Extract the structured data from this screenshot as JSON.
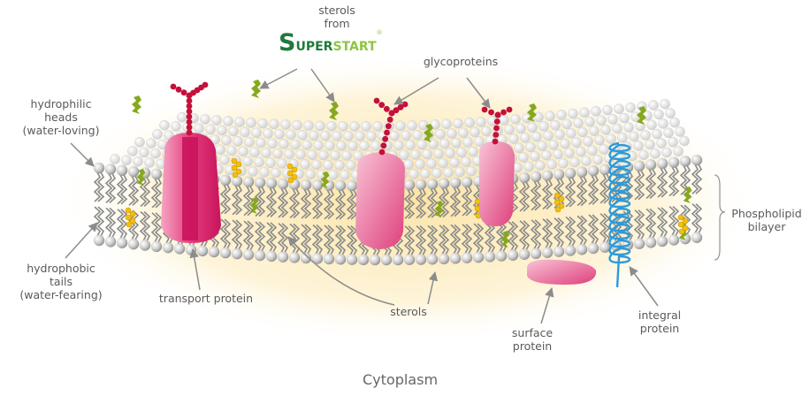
{
  "colors": {
    "background": "#ffffff",
    "glow": "#fbe6a8",
    "head": "#d6d6d6",
    "tail": "#8a8a8a",
    "protein_pink": "#e8407f",
    "protein_dark": "#c8105a",
    "sugar_chain": "#c4103a",
    "sterol_green": "#86a81e",
    "sterol_yellow": "#f0c010",
    "helix_blue": "#2d9ad8",
    "label_text": "#5a5a5a",
    "arrow": "#8c8c8c",
    "brand_green": "#1f7a3a",
    "brand_light": "#8cc63f"
  },
  "labels": {
    "sterols_from": [
      "sterols",
      "from"
    ],
    "brand": {
      "initial": "S",
      "part1": "UPER",
      "part2": "START",
      "mark": "®"
    },
    "glycoproteins": "glycoproteins",
    "hydrophilic": [
      "hydrophilic",
      "heads",
      "(water-loving)"
    ],
    "hydrophobic": [
      "hydrophobic",
      "tails",
      "(water-fearing)"
    ],
    "transport_protein": "transport protein",
    "sterols": "sterols",
    "surface_protein": [
      "surface",
      "protein"
    ],
    "integral_protein": [
      "integral",
      "protein"
    ],
    "phospholipid_bilayer": [
      "Phospholipid",
      "bilayer"
    ],
    "cytoplasm": "Cytoplasm"
  }
}
